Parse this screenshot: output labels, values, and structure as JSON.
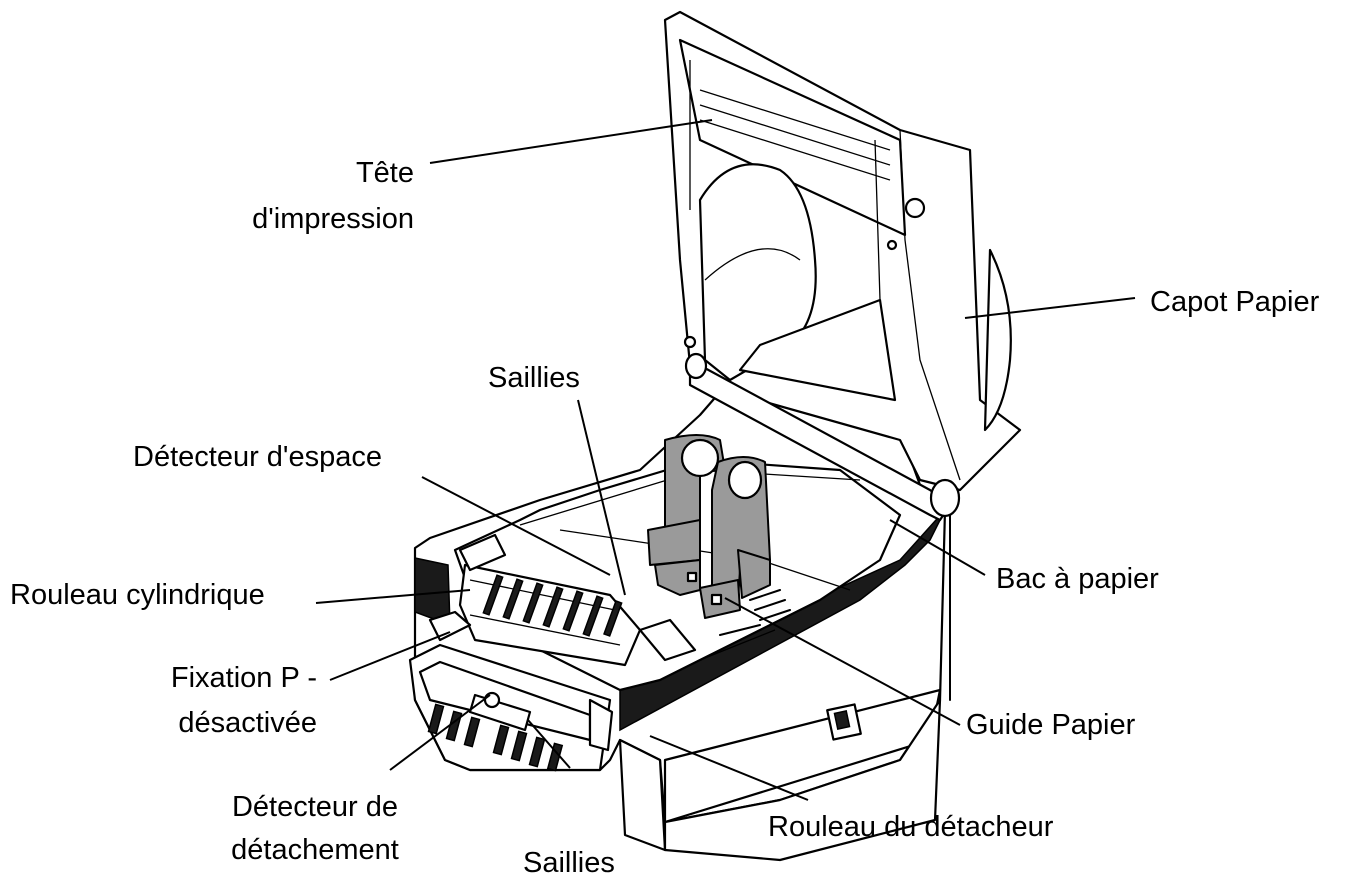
{
  "labels": {
    "tete_impression": [
      "Tête",
      "d'impression"
    ],
    "capot_papier": "Capot Papier",
    "saillies_top": "Saillies",
    "detecteur_espace": "Détecteur d'espace",
    "rouleau_cylindrique": "Rouleau cylindrique",
    "bac_papier": "Bac à papier",
    "fixation_p": [
      "Fixation P -",
      "désactivée"
    ],
    "guide_papier": "Guide Papier",
    "detecteur_detachement": [
      "Détecteur de",
      "détachement"
    ],
    "rouleau_detacheur": "Rouleau du détacheur",
    "saillies_bottom": "Saillies"
  }
}
